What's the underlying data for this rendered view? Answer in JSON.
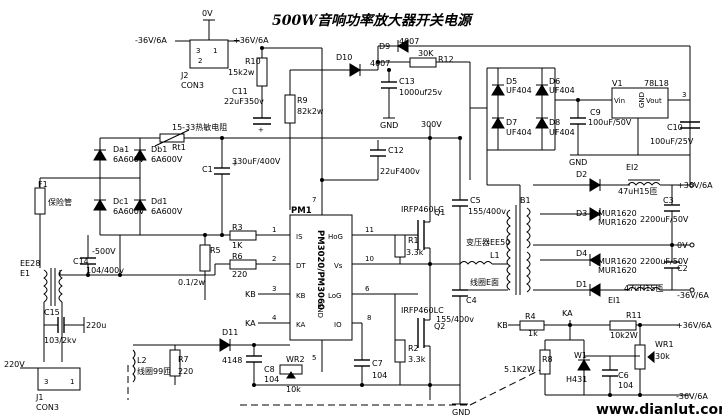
{
  "title": "500W音响功率放大器开关电源",
  "watermark": "www.dianlut.com",
  "labels": {
    "v0": "0V",
    "m36": "-36V/6A",
    "p36": "+36V/6A",
    "j2": "J2",
    "con3a": "CON3",
    "r10": "R10",
    "r10v": "15k2w",
    "d10": "D10",
    "d10v": "4007",
    "d9": "D9",
    "d9v": "4007",
    "r12v": "30K",
    "r12": "R12",
    "c13": "C13",
    "c13v": "1000uf25v",
    "gnd": "GND",
    "c11": "C11",
    "c11v": "22uF350v",
    "r9": "R9",
    "r9v": "82k2w",
    "d5": "D5",
    "d6": "D6",
    "d7": "D7",
    "d8": "D8",
    "uf404": "UF404",
    "v1": "V1",
    "v1v": "78L18",
    "vin": "Vin",
    "vout": "Vout",
    "gndpin": "GND",
    "c9": "C9",
    "c9v": "100uF/50V",
    "c10": "C10",
    "c10v": "100uF/25V",
    "p1": "1",
    "p2": "2",
    "p3": "3",
    "rt": "15-33热敏电阻",
    "rt1": "Rt1",
    "v300": "300V",
    "da1": "Da1",
    "db1": "Db1",
    "dc1": "Dc1",
    "dd1": "Dd1",
    "dv": "6A600V",
    "c1": "C1",
    "c1v": "330uF/400V",
    "c12": "C12",
    "c12v": "22uF400v",
    "f1": "F1",
    "fuse": "保险管",
    "ee28": "EE28",
    "e1": "E1",
    "m500": "-500V",
    "c14": "C14",
    "c14v": "104/400v",
    "c15": "C15",
    "c15v": "103/2kv",
    "u220": "220u",
    "ac220": "220V",
    "j1": "J1",
    "con3b": "CON3",
    "r3": "R3",
    "r3v": "1K",
    "r5": "R5",
    "r5v": "0.1/2w",
    "r6": "R6",
    "r6v": "220",
    "pm1": "PM1",
    "pmic": "PM3020/PM3060",
    "vcc": "VCC",
    "is": "IS",
    "dt": "DT",
    "kb": "KB",
    "ka": "KA",
    "hog": "HoG",
    "vs": "Vs",
    "log": "LoG",
    "io": "IO",
    "gndic": "GND",
    "n1": "1",
    "n2": "2",
    "n3": "3",
    "n4": "4",
    "n5": "5",
    "n6": "6",
    "n7": "7",
    "n8": "8",
    "n10": "10",
    "n11": "11",
    "q1": "Q1",
    "q2": "Q2",
    "irfp": "IRFP460LC",
    "r1": "R1",
    "r2": "R2",
    "r33": "3.3k",
    "c5": "C5",
    "c5v": "155/400v",
    "c4": "C4",
    "c4v": "155/400v",
    "b1": "B1",
    "xfmr": "变压器EE50",
    "l1": "L1",
    "l1t": "线圈E面",
    "d2": "D2",
    "d3": "D3",
    "d4": "D4",
    "d1": "D1",
    "mur": "MUR1620",
    "ei2": "EI2",
    "ei1": "EI1",
    "ind": "47uH15匝",
    "c3": "C3",
    "c2": "C2",
    "c23v": "2200uF/50V",
    "out_p36": "+36V/6A",
    "out_0": "0V",
    "out_m36": "-36V/6A",
    "r4": "R4",
    "r4v": "1k",
    "r11": "R11",
    "r11v": "10k2W",
    "wr1": "WR1",
    "wr1v": "30k",
    "r8": "R8",
    "r8v": "5.1K2W",
    "w1": "W1",
    "h431": "H431",
    "c6": "C6",
    "c6v": "104",
    "d11": "D11",
    "d11v": "4148",
    "c8": "C8",
    "c8v": "104",
    "wr2": "WR2",
    "wr2v": "10k",
    "c7": "C7",
    "c7v": "104",
    "r7": "R7",
    "r7v": "220",
    "l2": "L2",
    "l2t": "线圈99匝"
  }
}
